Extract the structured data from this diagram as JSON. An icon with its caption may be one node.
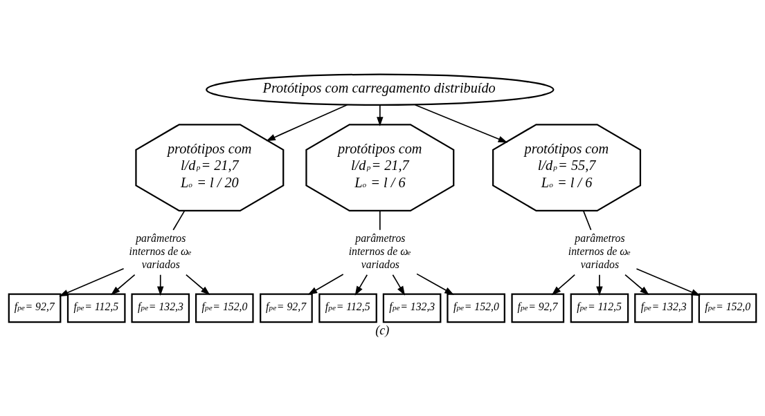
{
  "diagram": {
    "caption": "(c)",
    "nodes": [
      {
        "text": [
          "Protótipos com carregamento distribuído"
        ]
      },
      {
        "text": [
          "protótipos com",
          "l/d$_{p}$= 21,7",
          "L$_{o}$ = l / 20"
        ]
      },
      {
        "text": [
          "protótipos com",
          "l/d$_{p}$= 21,7",
          "L$_{o}$ = l / 6"
        ]
      },
      {
        "text": [
          "protótipos com",
          "l/d$_{p}$= 55,7",
          "L$_{o}$ = l / 6"
        ]
      },
      {
        "text": [
          "parâmetros internos de ω$_{e}$ variados"
        ]
      },
      {
        "text": [
          "f$_{pe}$= 92,7"
        ]
      },
      {
        "text": [
          "f$_{pe}$= 112,5"
        ]
      },
      {
        "text": [
          "f$_{pe}$= 132,3"
        ]
      },
      {
        "text": [
          "f$_{pe}$= 152,0"
        ]
      },
      {
        "text": [
          "parâmetros internos de ω$_{e}$ variados"
        ]
      },
      {
        "text": [
          "f$_{pe}$= 92,7"
        ]
      },
      {
        "text": [
          "f$_{pe}$= 112,5"
        ]
      },
      {
        "text": [
          "f$_{pe}$= 132,3"
        ]
      },
      {
        "text": [
          "f$_{pe}$= 152,0"
        ]
      },
      {
        "text": [
          "parâmetros internos de ω$_{e}$ variados"
        ]
      },
      {
        "text": [
          "f$_{pe}$= 92,7"
        ]
      },
      {
        "text": [
          "f$_{pe}$= 112,5"
        ]
      },
      {
        "text": [
          "f$_{pe}$= 132,3"
        ]
      },
      {
        "text": [
          "f$_{pe}$= 152,0"
        ]
      }
    ],
    "edges": [
      {
        "from": 0,
        "to": 1,
        "arrow": "to"
      },
      {
        "from": 0,
        "to": 2,
        "arrow": "to"
      },
      {
        "from": 0,
        "to": 3,
        "arrow": "to"
      },
      {
        "from": 1,
        "to": 4,
        "arrow": "none"
      },
      {
        "from": 4,
        "to": 5,
        "arrow": "to"
      },
      {
        "from": 4,
        "to": 6,
        "arrow": "to"
      },
      {
        "from": 4,
        "to": 7,
        "arrow": "to"
      },
      {
        "from": 4,
        "to": 8,
        "arrow": "to"
      },
      {
        "from": 2,
        "to": 9,
        "arrow": "none"
      },
      {
        "from": 9,
        "to": 10,
        "arrow": "to"
      },
      {
        "from": 9,
        "to": 11,
        "arrow": "to"
      },
      {
        "from": 9,
        "to": 12,
        "arrow": "to"
      },
      {
        "from": 9,
        "to": 13,
        "arrow": "to"
      },
      {
        "from": 3,
        "to": 14,
        "arrow": "none"
      },
      {
        "from": 14,
        "to": 15,
        "arrow": "to"
      },
      {
        "from": 14,
        "to": 16,
        "arrow": "to"
      },
      {
        "from": 14,
        "to": 17,
        "arrow": "to"
      },
      {
        "from": 14,
        "to": 18,
        "arrow": "to"
      }
    ]
  }
}
